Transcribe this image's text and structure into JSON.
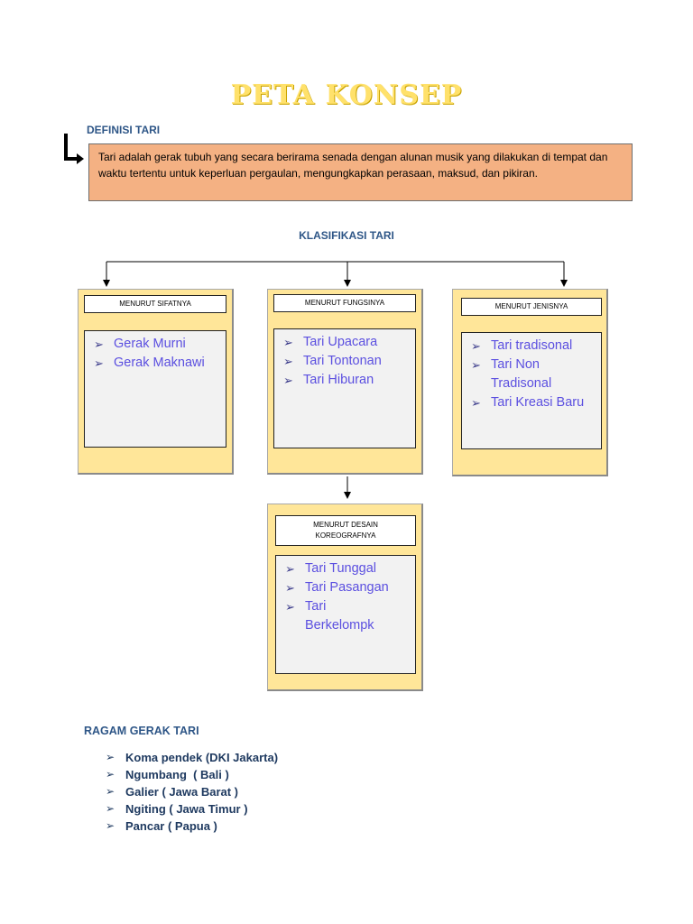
{
  "title": "PETA KONSEP",
  "definition": {
    "label": "DEFINISI TARI",
    "text": "Tari adalah gerak tubuh yang secara berirama senada dengan alunan musik yang dilakukan di tempat dan waktu tertentu untuk keperluan pergaulan, mengungkapkan perasaan, maksud, dan pikiran."
  },
  "classification": {
    "title": "KLASIFIKASI TARI",
    "cards": [
      {
        "heading": "MENURUT SIFATNYA",
        "items": [
          "Gerak Murni",
          "Gerak Maknawi"
        ]
      },
      {
        "heading": "MENURUT FUNGSINYA",
        "items": [
          "Tari Upacara",
          "Tari Tontonan",
          "Tari Hiburan"
        ]
      },
      {
        "heading": "MENURUT JENISNYA",
        "items": [
          "Tari tradisonal",
          "Tari Non Tradisonal",
          "Tari Kreasi Baru"
        ]
      },
      {
        "heading": "MENURUT DESAIN KOREOGRAFNYA",
        "items": [
          "Tari Tunggal",
          "Tari Pasangan",
          "Tari Berkelompk"
        ]
      }
    ]
  },
  "ragam": {
    "title": "RAGAM GERAK TARI",
    "items": [
      "Koma pendek (DKI Jakarta)",
      "Ngumbang  ( Bali )",
      "Galier ( Jawa Barat )",
      "Ngiting ( Jawa Timur )",
      "Pancar ( Papua )"
    ]
  },
  "icons": {
    "bullet": "arrowhead-bullet-icon",
    "corner": "corner-arrow-icon"
  },
  "colors": {
    "title": "#ffe16b",
    "heading": "#2e5687",
    "definition_box": "#f4b183",
    "card": "#ffe699",
    "card_item": "#5b4fe0"
  }
}
